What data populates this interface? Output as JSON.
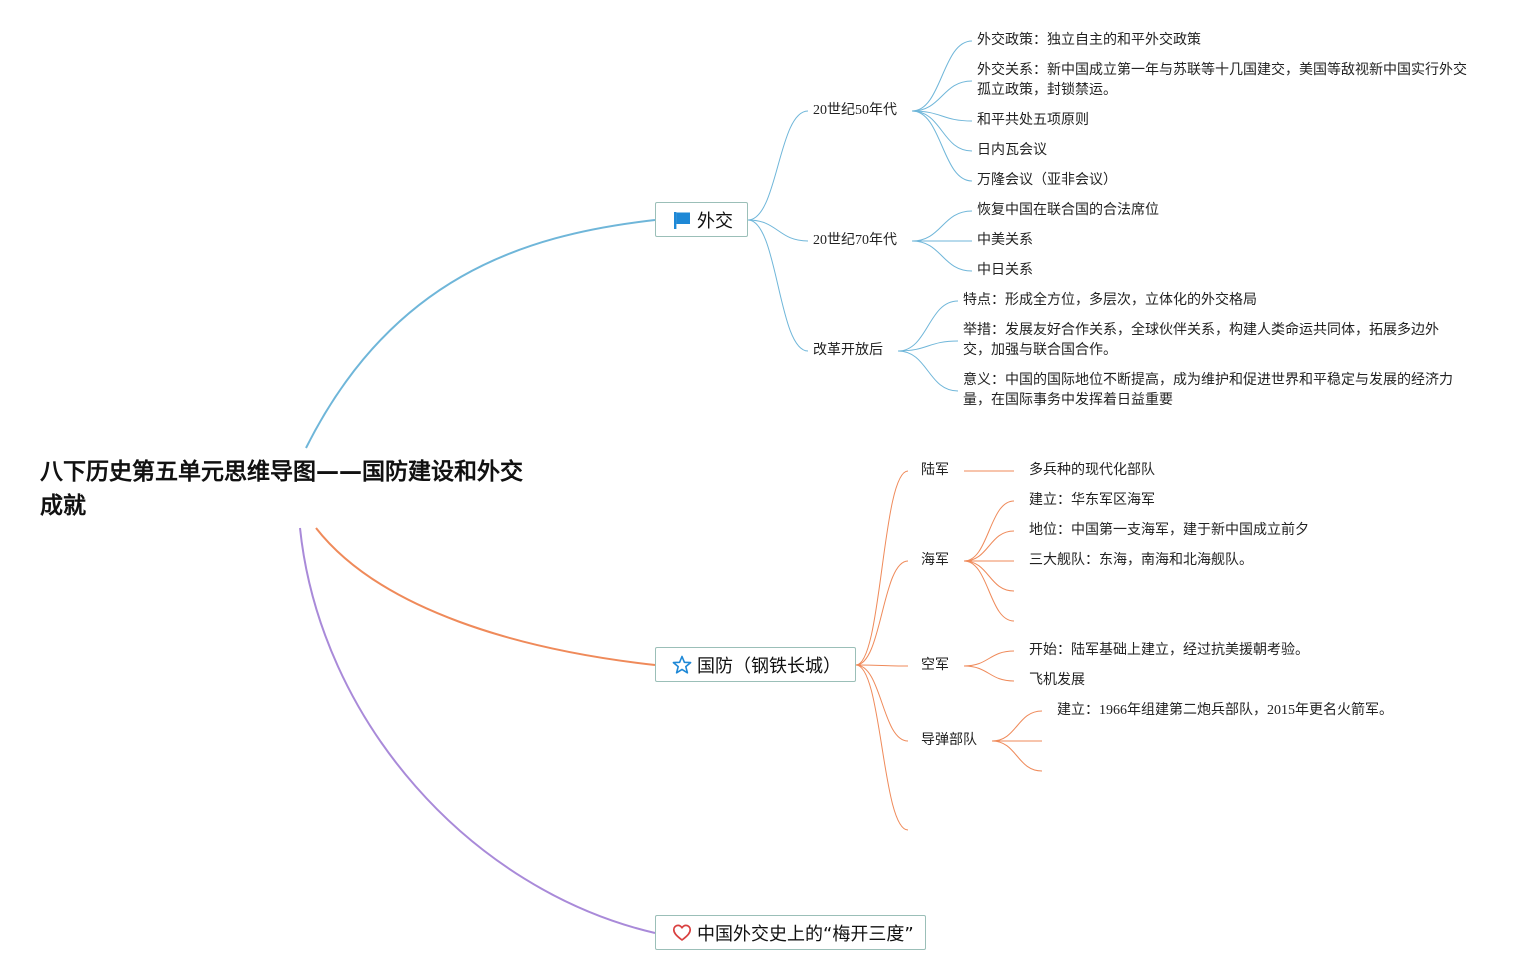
{
  "root": {
    "title": "八下历史第五单元思维导图——国防建设和外交成就"
  },
  "colors": {
    "blue": "#6fb6d9",
    "orange": "#ef8a5a",
    "purple": "#a98ad9",
    "node_border": "#9bbfb8"
  },
  "branches": {
    "diplomacy": {
      "label": "外交",
      "icon": "blue-flag-icon",
      "era50": {
        "label": "20世纪50年代",
        "items": [
          "外交政策：独立自主的和平外交政策",
          "外交关系：新中国成立第一年与苏联等十几国建交，美国等敌视新中国实行外交孤立政策，封锁禁运。",
          "和平共处五项原则",
          "日内瓦会议",
          "万隆会议（亚非会议）"
        ]
      },
      "era70": {
        "label": "20世纪70年代",
        "items": [
          "恢复中国在联合国的合法席位",
          "中美关系",
          "中日关系"
        ]
      },
      "reform": {
        "label": "改革开放后",
        "items": [
          "特点：形成全方位，多层次，立体化的外交格局",
          "举措：发展友好合作关系，全球伙伴关系，构建人类命运共同体，拓展多边外交，加强与联合国合作。",
          "意义：中国的国际地位不断提高，成为维护和促进世界和平稳定与发展的经济力量，在国际事务中发挥着日益重要"
        ]
      }
    },
    "defense": {
      "label": "国防（钢铁长城）",
      "icon": "blue-star-icon",
      "army": {
        "label": "陆军",
        "items": [
          "多兵种的现代化部队"
        ]
      },
      "navy": {
        "label": "海军",
        "items": [
          "建立：华东军区海军",
          "地位：中国第一支海军，建于新中国成立前夕",
          "三大舰队：东海，南海和北海舰队。"
        ]
      },
      "airforce": {
        "label": "空军",
        "items": [
          "开始：陆军基础上建立，经过抗美援朝考验。",
          "飞机发展"
        ]
      },
      "missile": {
        "label": "导弹部队",
        "items": [
          "建立：1966年组建第二炮兵部队，2015年更名火箭军。"
        ]
      }
    },
    "plum": {
      "label": "中国外交史上的“梅开三度”",
      "icon": "red-heart-icon"
    }
  }
}
